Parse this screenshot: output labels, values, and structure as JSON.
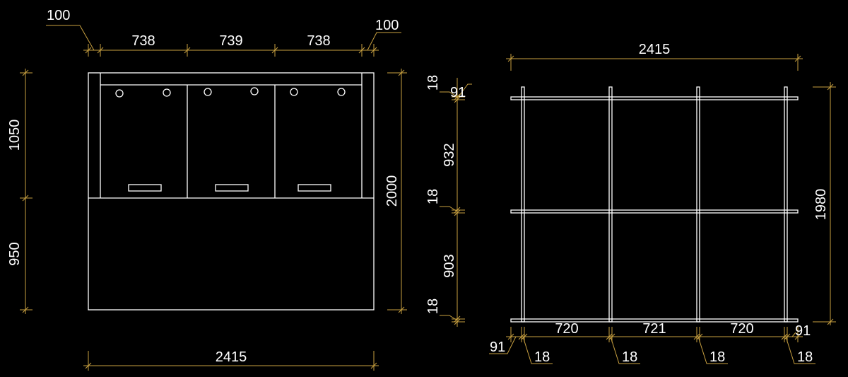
{
  "colors": {
    "background": "#000000",
    "outline": "#ffffff",
    "dimension": "#c8a040"
  },
  "front_elevation": {
    "top_dims": [
      "100",
      "738",
      "739",
      "738",
      "100"
    ],
    "left_dims": [
      "1050",
      "950"
    ],
    "right_dim": "2000",
    "bottom_dim": "2415"
  },
  "frame_plan": {
    "top_dim": "2415",
    "left_dims": [
      "18",
      "91",
      "932",
      "18",
      "903",
      "18"
    ],
    "right_dim": "1980",
    "bottom_spans": [
      "720",
      "721",
      "720"
    ],
    "bottom_end_left": "91",
    "bottom_end_right": "91",
    "bottom_posts": [
      "18",
      "18",
      "18",
      "18"
    ]
  }
}
